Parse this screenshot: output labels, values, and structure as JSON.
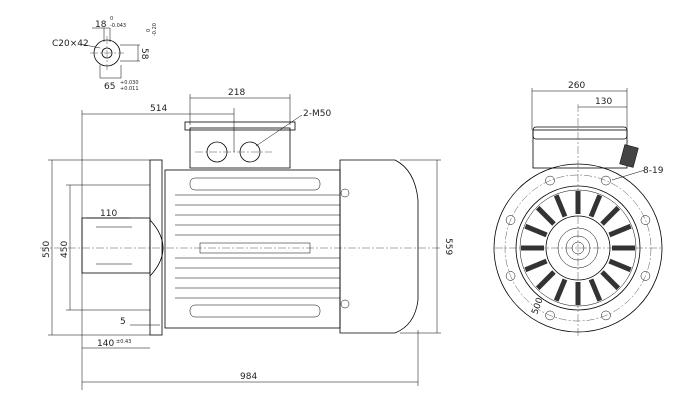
{
  "shaft_section": {
    "key_width": "18",
    "key_tol_upper": "0",
    "key_tol_lower": "-0.043",
    "depth_tol_upper": "0",
    "depth_tol_lower": "-0.20",
    "chamfer": "C20×42",
    "key_depth": "58",
    "diameter": "65",
    "dia_tol_upper": "+0.030",
    "dia_tol_lower": "+0.011"
  },
  "side_view": {
    "dim_514": "514",
    "dim_218": "218",
    "cable_gland": "2-M50",
    "dim_110": "110",
    "dim_550": "550",
    "dim_450": "450",
    "dim_5": "5",
    "dim_140": "140",
    "dim_140_tol": "±0.43",
    "dim_559": "559",
    "dim_984": "984"
  },
  "front_view": {
    "dim_260": "260",
    "dim_130": "130",
    "holes": "8-19",
    "pcd": "500"
  }
}
